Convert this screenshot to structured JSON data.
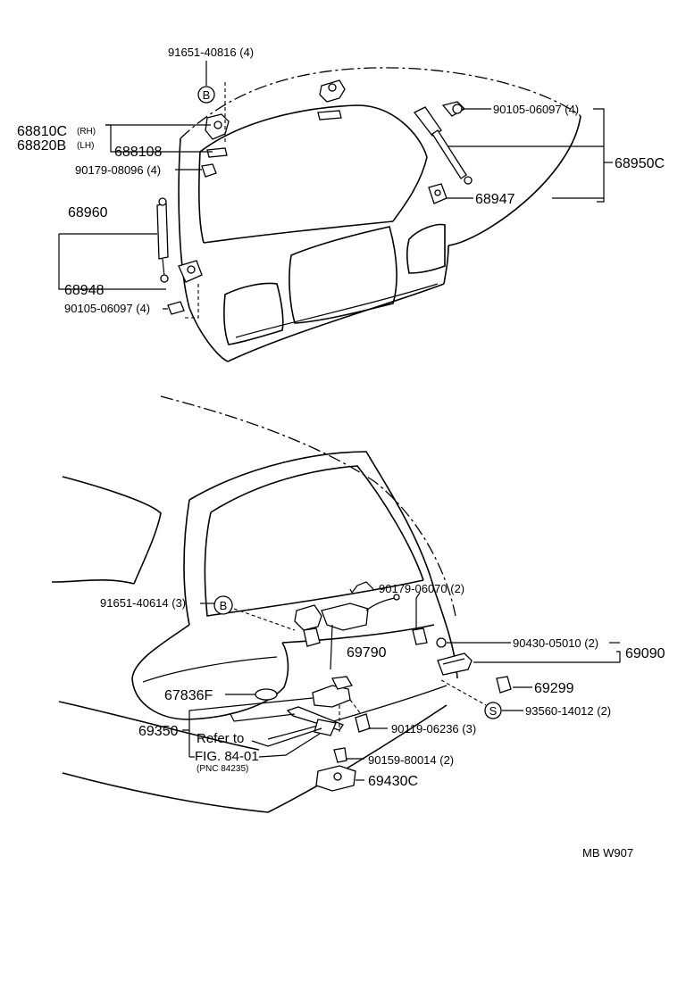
{
  "figure_code": "MB W907",
  "callouts": {
    "bolt_91651_40816": "91651-40816 (4)",
    "hinge_rh": "68810C",
    "hinge_rh_side": "(RH)",
    "hinge_lh": "68820B",
    "hinge_lh_side": "(LH)",
    "shim": "688108",
    "nut_90179_08096": "90179-08096 (4)",
    "stay_left": "68960",
    "bracket_left": "68948",
    "bolt_90105_left": "90105-06097 (4)",
    "bolt_90105_right": "90105-06097 (4)",
    "stay_group": "68950C",
    "bracket_right": "68947",
    "bolt_91651_40614": "91651-40614 (3)",
    "nut_90179_06070": "90179-06070 (2)",
    "lock_control": "69790",
    "washer_90430": "90430-05010 (2)",
    "handle_group": "69090",
    "cushion": "69299",
    "screw_93560": "93560-14012 (2)",
    "cover": "67836F",
    "lock": "69350",
    "refer_line1": "Refer to",
    "refer_line2": "FIG. 84-01",
    "refer_line3": "(PNC 84235)",
    "bolt_90119": "90119-06236 (3)",
    "screw_90159": "90159-80014 (2)",
    "striker": "69430C"
  },
  "markers": {
    "bolt_b": "B",
    "screw_s": "S"
  }
}
